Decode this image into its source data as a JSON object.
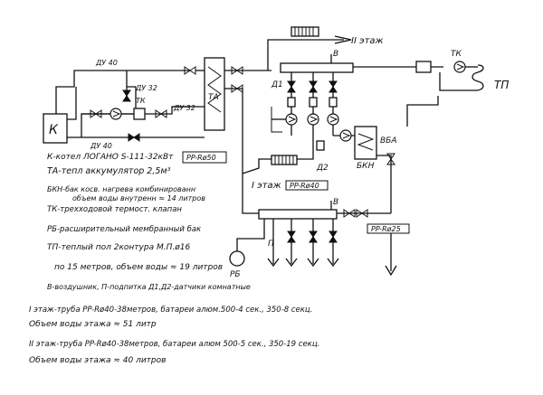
{
  "diagram": {
    "labels": {
      "boiler": "К",
      "heat_accumulator": "ТА",
      "boiler_bkn": "БКН",
      "floor2": "II этаж",
      "floor1": "I этаж",
      "floor_heating": "ТП",
      "d1": "Д1",
      "d2": "Д2",
      "b_top": "В",
      "b_mid": "В",
      "b_acc": "ВБА",
      "tk_top": "ТК",
      "tk_right": "ТК",
      "dy40_top": "ДУ 40",
      "dy40_bot": "ДУ 40",
      "dy32_a": "ДУ 32",
      "dy32_b": "ДУ 32",
      "rb": "РБ",
      "p": "П",
      "pipe_tag_1": "PP-Rø50",
      "pipe_tag_2": "PP-Rø40",
      "pipe_tag_3": "PP-Rø25"
    },
    "legend": [
      "К-котел ЛОГАНО S-111-32кВт",
      "ТА-тепл аккумулятор 2,5м³",
      "БКН-бак косв. нагрева комбинированн",
      "объем воды внутренн ≈ 14 литров",
      "ТК-трехходовой термост. клапан",
      "РБ-расширительный мембранный бак",
      "ТП-теплый пол 2контура М.П.ø16",
      "по 15 метров, объем воды ≈ 19 литров",
      "В-воздушник, П-подпитка  Д1,Д2-датчики комнатные"
    ],
    "notes": [
      "I этаж-труба PP-Rø40-38метров, батареи алюм.500-4 сек., 350-8 секц.",
      "Объем воды этажа ≈ 51 литр",
      "II этаж-труба PP-Rø40-38метров, батареи алюм 500-5 сек., 350-19 секц.",
      "Объем воды этажа ≈ 40 литров"
    ]
  }
}
